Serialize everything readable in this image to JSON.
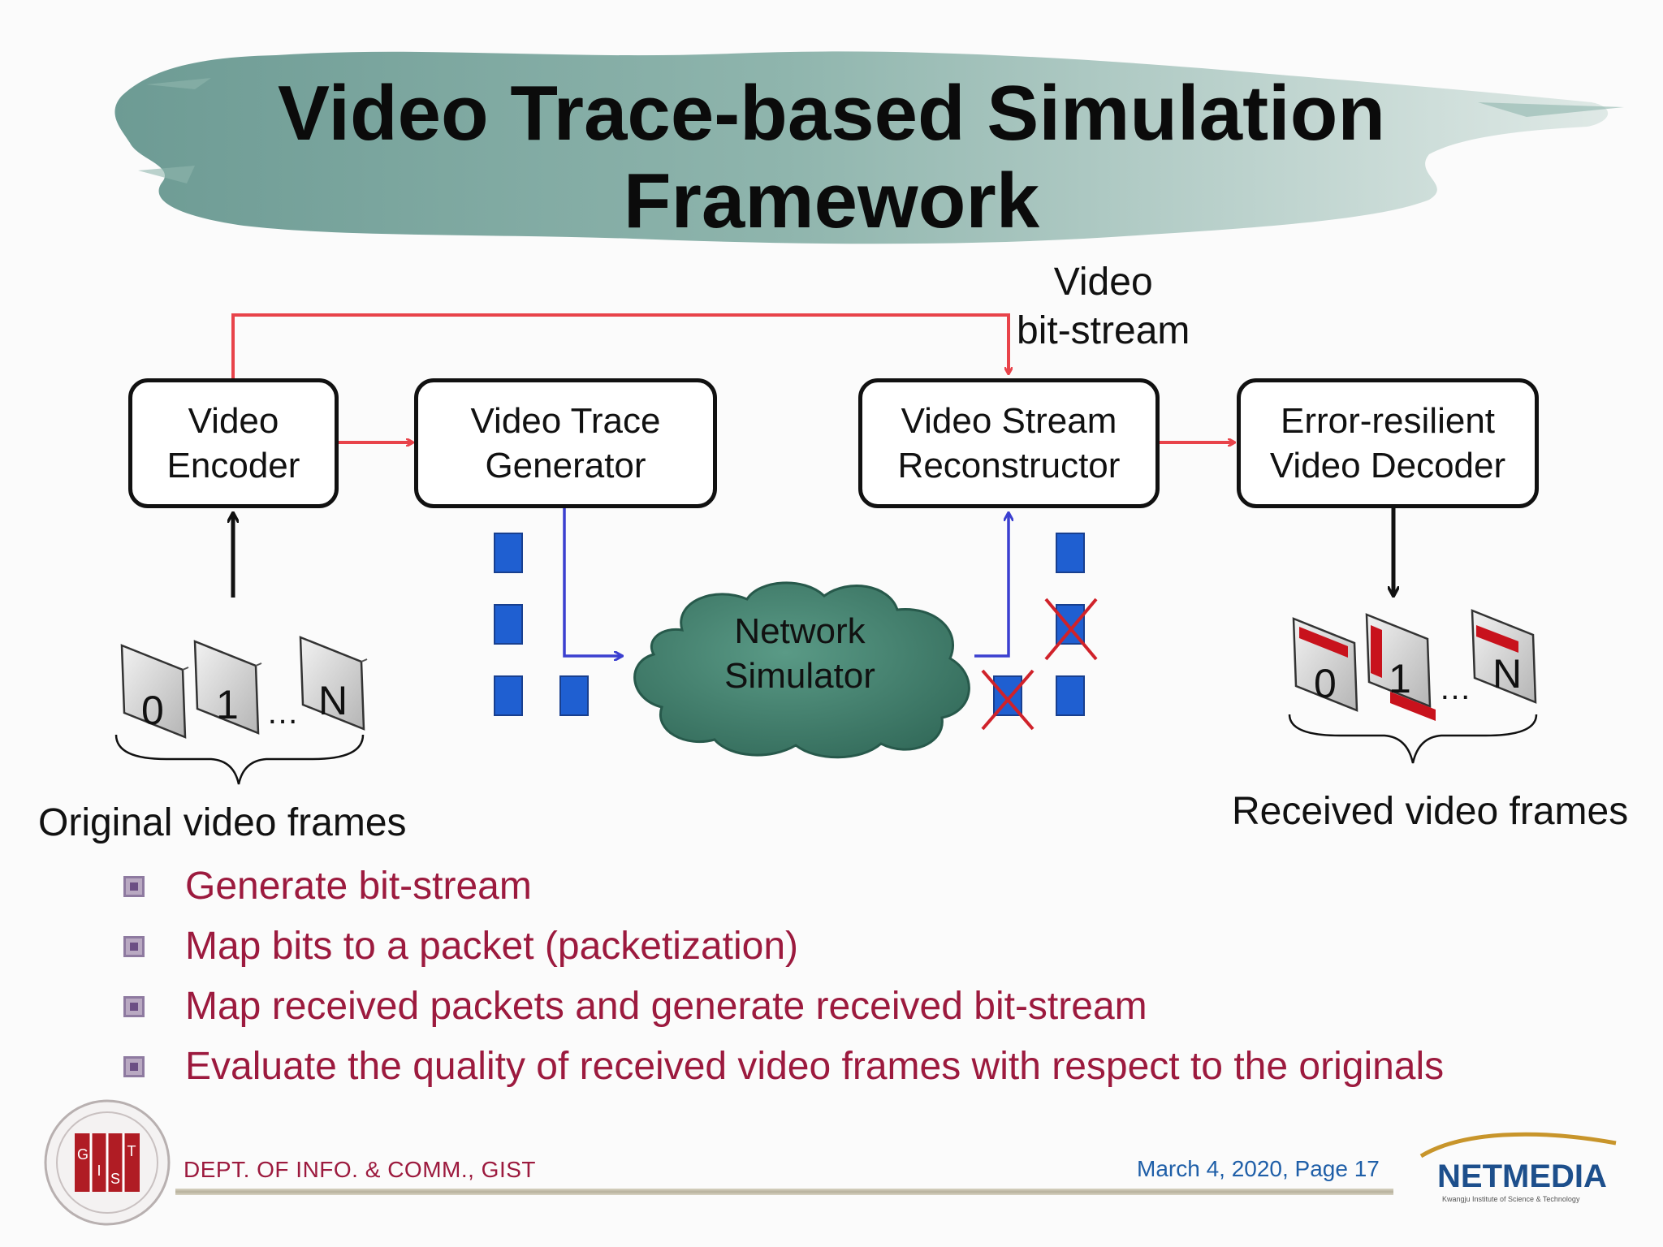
{
  "title": "Video Trace-based Simulation\nFramework",
  "diagram": {
    "blocks": {
      "encoder": "Video\nEncoder",
      "trace_generator": "Video Trace\nGenerator",
      "reconstructor": "Video Stream\nReconstructor",
      "decoder": "Error-resilient\nVideo Decoder"
    },
    "network_simulator": "Network\nSimulator",
    "bitstream_label": "Video\nbit-stream",
    "original_frames": {
      "labels": [
        "0",
        "1",
        "N"
      ],
      "ellipsis": "…",
      "caption": "Original video frames"
    },
    "received_frames": {
      "labels": [
        "0",
        "1",
        "N"
      ],
      "ellipsis": "…",
      "caption": "Received video frames"
    }
  },
  "bullets": [
    "Generate bit-stream",
    "Map bits to a packet (packetization)",
    "Map received packets and generate received bit-stream",
    "Evaluate the quality of received video frames with respect to the originals"
  ],
  "footer": {
    "dept": "DEPT. OF INFO. & COMM., GIST",
    "date_page": "March 4, 2020,  Page  17",
    "logo_left": "GIST",
    "logo_left_letters": [
      "G",
      "I",
      "S",
      "T"
    ],
    "logo_right": "NETMEDIA",
    "logo_right_tagline": "Kwangju Institute of Science & Technology"
  },
  "colors": {
    "title_band": "#7fa8a0",
    "red_arrow": "#e8434a",
    "blue_arrow": "#3b3fd0",
    "packet": "#1f5fd1",
    "cloud": "#3f7d6c",
    "bullet_text": "#9c1a3e",
    "footer_date": "#1f5fa8",
    "frame_error": "#c8121c"
  }
}
